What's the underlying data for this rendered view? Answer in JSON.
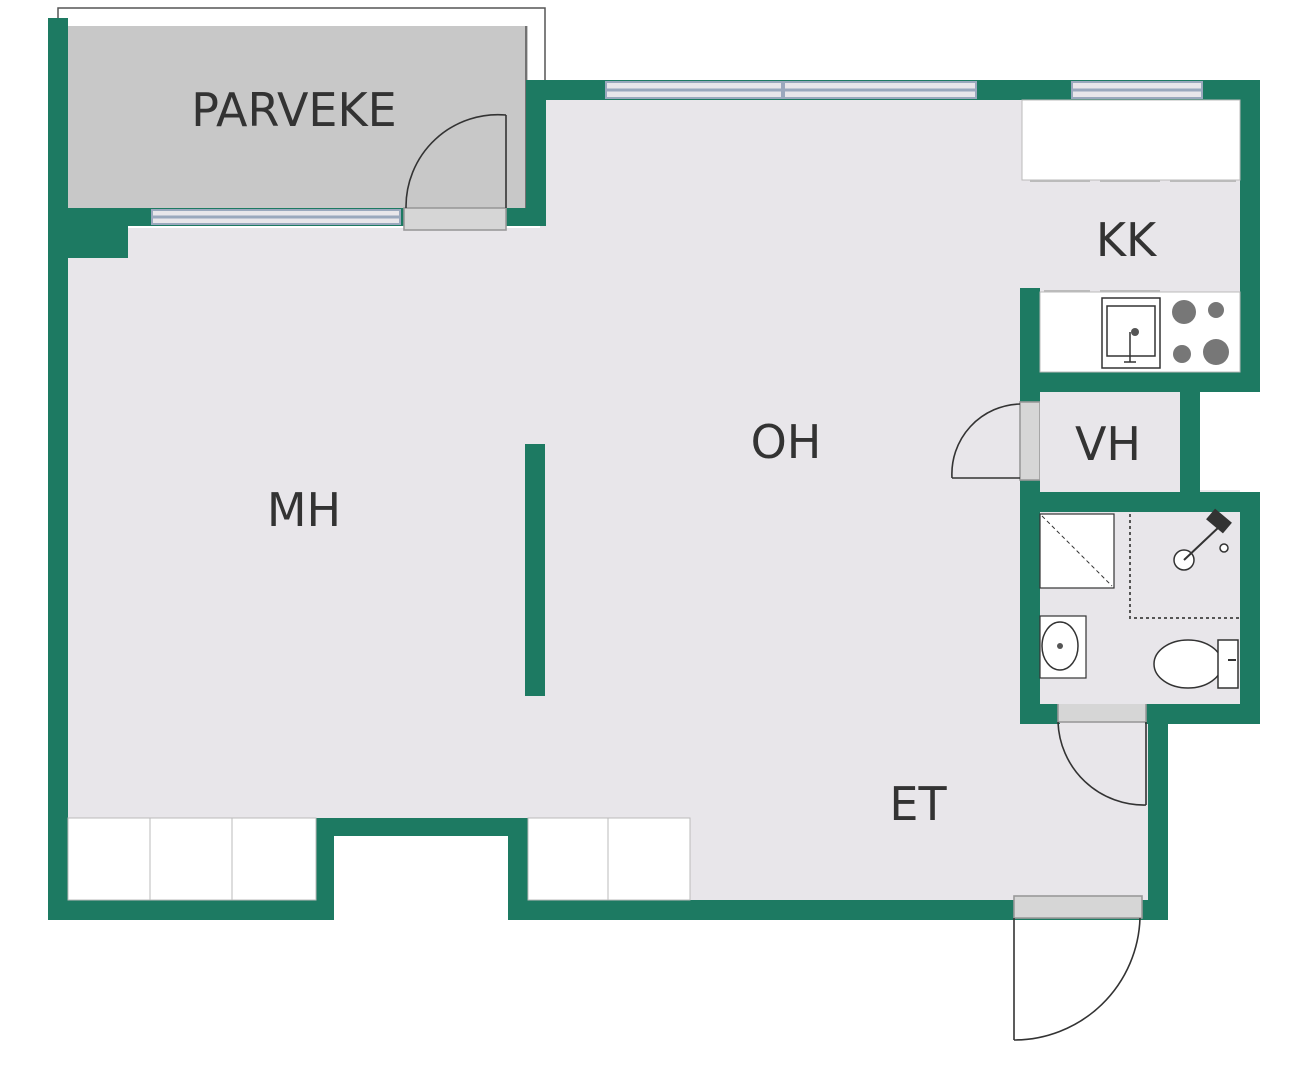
{
  "rooms": {
    "parveke": "PARVEKE",
    "kk": "KK",
    "oh": "OH",
    "vh": "VH",
    "mh": "MH",
    "et": "ET"
  },
  "colors": {
    "wall": "#1d7a62",
    "floor": "#e8e6ea",
    "balcony": "#c8c8c8",
    "window": "#9aa8bd",
    "door_panel": "#d6d6d6",
    "label": "#333333"
  },
  "icons": {
    "sink": "kitchen-sink-icon",
    "stove": "stove-icon",
    "shower": "shower-icon",
    "washbasin": "washbasin-icon",
    "toilet": "toilet-icon"
  }
}
